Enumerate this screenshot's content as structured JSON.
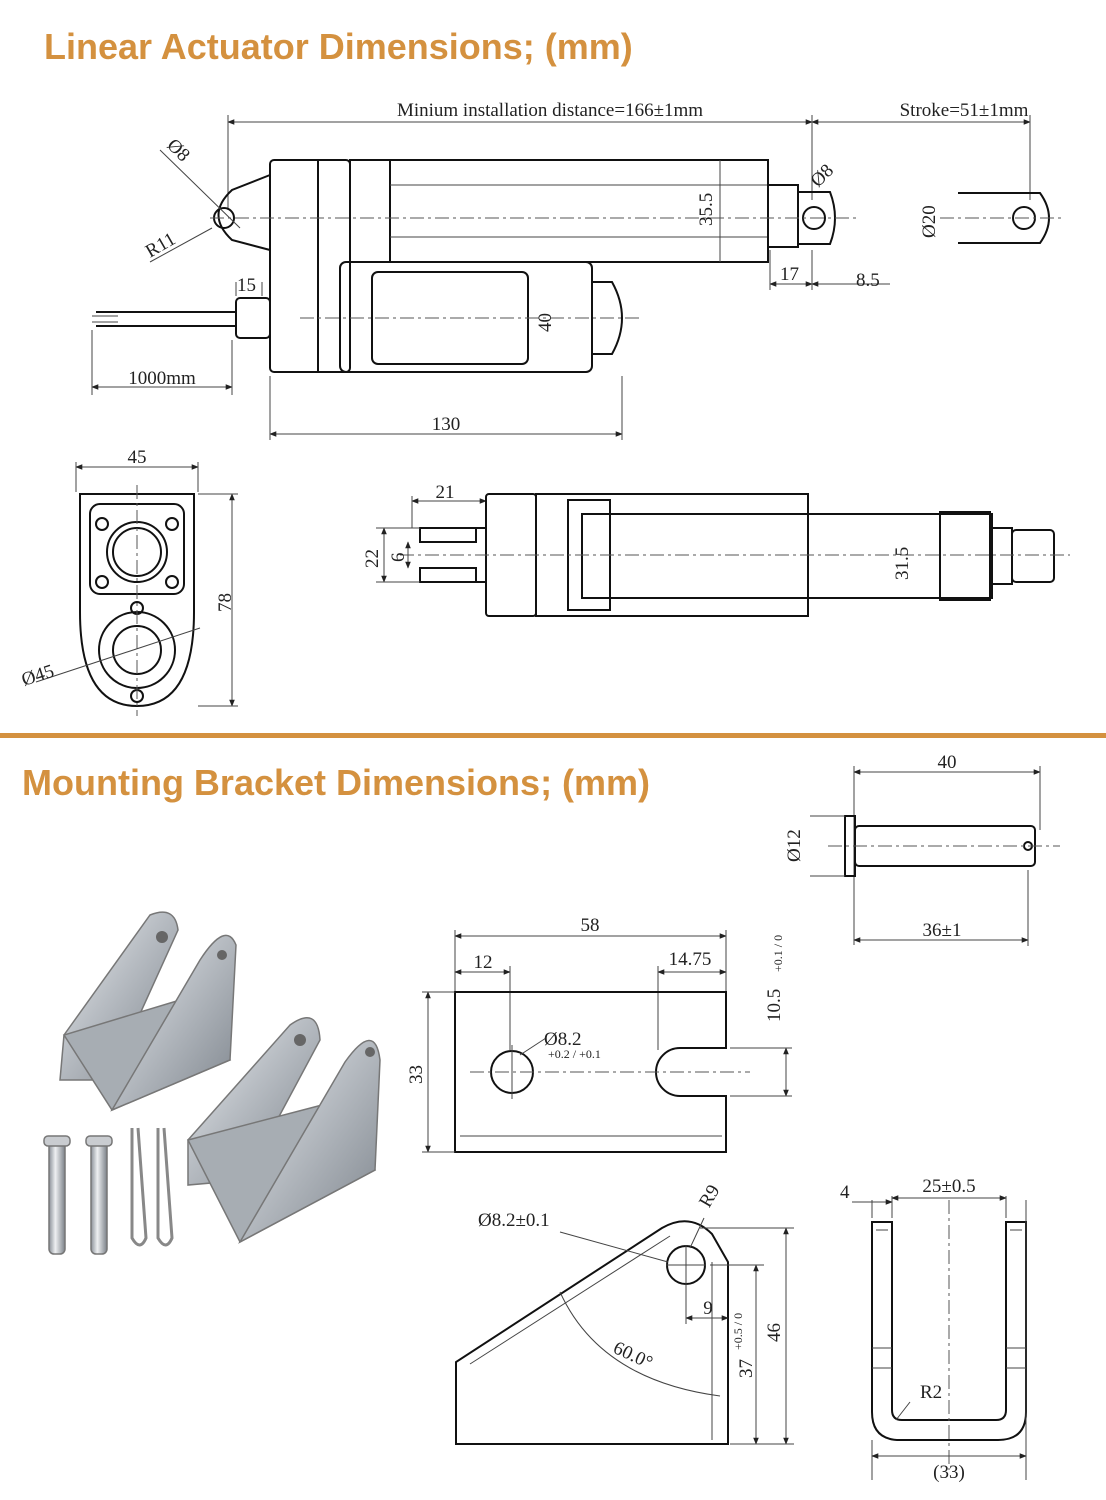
{
  "titles": {
    "actuator": "Linear Actuator Dimensions; (mm)",
    "bracket": "Mounting Bracket Dimensions; (mm)"
  },
  "colors": {
    "accent": "#d4913f",
    "line": "#111111"
  },
  "actuator": {
    "min_install": "Minium installation distance=166±1mm",
    "stroke": "Stroke=51±1mm",
    "rear_hole": "Ø8",
    "rear_radius": "R11",
    "tube_dia": "35.5",
    "front_hole": "Ø8",
    "rod_end_dia": "Ø20",
    "rod_d1": "17",
    "rod_d2": "8.5",
    "cable_gland": "15",
    "motor_dia": "40",
    "cable_len": "1000mm",
    "body_len": "130",
    "end_width": "45",
    "end_height": "78",
    "end_dia": "Ø45",
    "clevis_len": "21",
    "clevis_w": "22",
    "clevis_slot": "6",
    "rod_dia_top": "31.5"
  },
  "pin": {
    "len": "40",
    "dia": "Ø12",
    "grip": "36±1"
  },
  "plate": {
    "width": "58",
    "hole_pos": "12",
    "slot_pos": "14.75",
    "slot_w": "10.5",
    "slot_tol": "+0.1 / 0",
    "height": "33",
    "hole": "Ø8.2",
    "hole_tol": "+0.2 / +0.1"
  },
  "side": {
    "hole": "Ø8.2±0.1",
    "radius": "R9",
    "hole_off": "9",
    "angle": "60.0°",
    "hole_h": "37",
    "hole_h_tol": "+0.5 / 0",
    "height": "46"
  },
  "ubracket": {
    "thick": "4",
    "inner": "25±0.5",
    "bend": "R2",
    "outer": "(33)"
  }
}
